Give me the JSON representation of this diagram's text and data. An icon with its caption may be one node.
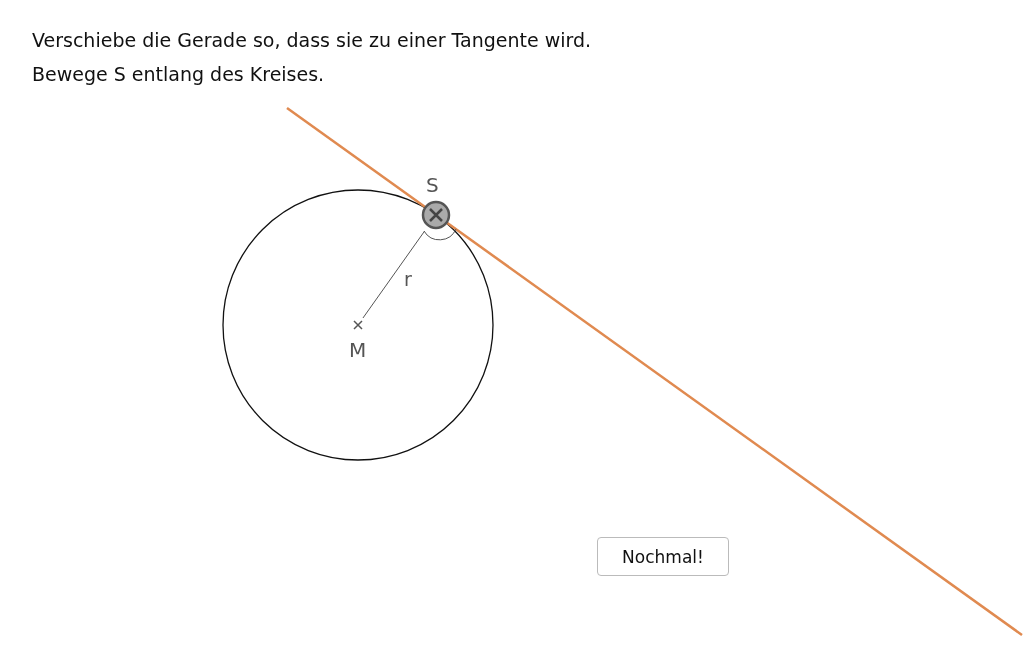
{
  "diagram": {
    "title": "Verschiebe die Gerade so, dass sie zu einer Tangente wird.",
    "nodes": [
      {
        "text": [
          "S"
        ]
      },
      {
        "text": [
          "M"
        ]
      }
    ],
    "edges": [
      {
        "from": 1,
        "to": 0,
        "arrow": "none",
        "label": "r"
      }
    ],
    "labels": [
      "Bewege S entlang des Kreises.",
      "Nochmal!"
    ]
  }
}
